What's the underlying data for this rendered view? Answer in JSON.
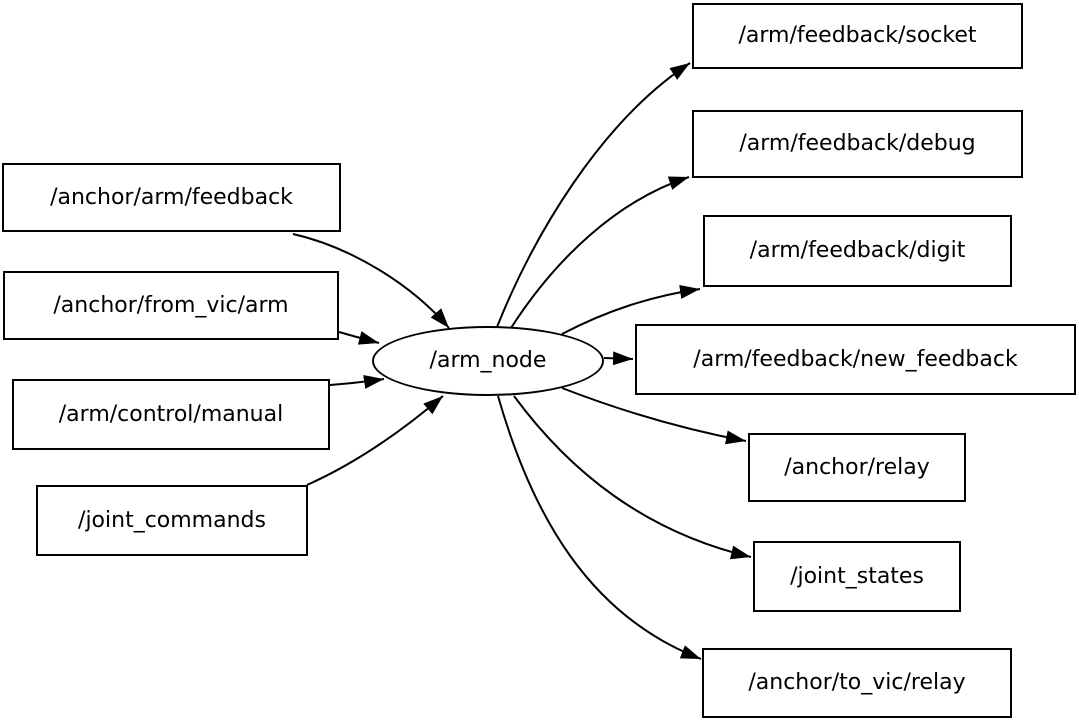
{
  "graph": {
    "center_node": {
      "label": "/arm_node",
      "shape": "ellipse"
    },
    "input_topics": [
      {
        "label": "/anchor/arm/feedback"
      },
      {
        "label": "/anchor/from_vic/arm"
      },
      {
        "label": "/arm/control/manual"
      },
      {
        "label": "/joint_commands"
      }
    ],
    "output_topics": [
      {
        "label": "/arm/feedback/socket"
      },
      {
        "label": "/arm/feedback/debug"
      },
      {
        "label": "/arm/feedback/digit"
      },
      {
        "label": "/arm/feedback/new_feedback"
      },
      {
        "label": "/anchor/relay"
      },
      {
        "label": "/joint_states"
      },
      {
        "label": "/anchor/to_vic/relay"
      }
    ],
    "edges": [
      {
        "from": "/anchor/arm/feedback",
        "to": "/arm_node"
      },
      {
        "from": "/anchor/from_vic/arm",
        "to": "/arm_node"
      },
      {
        "from": "/arm/control/manual",
        "to": "/arm_node"
      },
      {
        "from": "/joint_commands",
        "to": "/arm_node"
      },
      {
        "from": "/arm_node",
        "to": "/arm/feedback/socket"
      },
      {
        "from": "/arm_node",
        "to": "/arm/feedback/debug"
      },
      {
        "from": "/arm_node",
        "to": "/arm/feedback/digit"
      },
      {
        "from": "/arm_node",
        "to": "/arm/feedback/new_feedback"
      },
      {
        "from": "/arm_node",
        "to": "/anchor/relay"
      },
      {
        "from": "/arm_node",
        "to": "/joint_states"
      },
      {
        "from": "/arm_node",
        "to": "/anchor/to_vic/relay"
      }
    ],
    "colors": {
      "background": "#ffffff",
      "node_fill": "#ffffff",
      "node_border": "#000000",
      "edge": "#000000",
      "text": "#000000"
    }
  }
}
